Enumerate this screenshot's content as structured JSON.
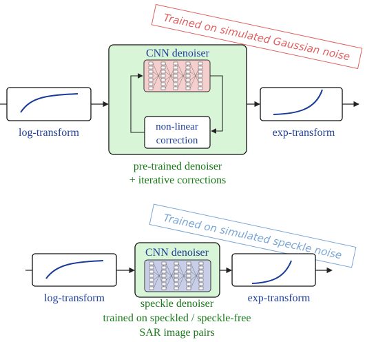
{
  "top": {
    "note": "Trained on simulated Gaussian noise",
    "log_label": "log-transform",
    "cnn_title": "CNN denoiser",
    "correction_line1": "non-linear",
    "correction_line2": "correction",
    "exp_label": "exp-transform",
    "caption_line1": "pre-trained denoiser",
    "caption_line2": "+ iterative corrections"
  },
  "bottom": {
    "note": "Trained on simulated speckle noise",
    "log_label": "log-transform",
    "cnn_title": "CNN denoiser",
    "exp_label": "exp-transform",
    "caption_line1": "speckle denoiser",
    "caption_line2": "trained on speckled / speckle-free",
    "caption_line3": "SAR image pairs"
  },
  "colors": {
    "label_blue": "#1f3f99",
    "caption_green": "#1a7a1a",
    "panel_green": "#d8f5d8",
    "curve_blue": "#1a3a9a",
    "note_red": "#e06060",
    "note_blue": "#7aa6d6",
    "net_pink": "#f5cece",
    "net_lilac": "#c8cde8"
  }
}
